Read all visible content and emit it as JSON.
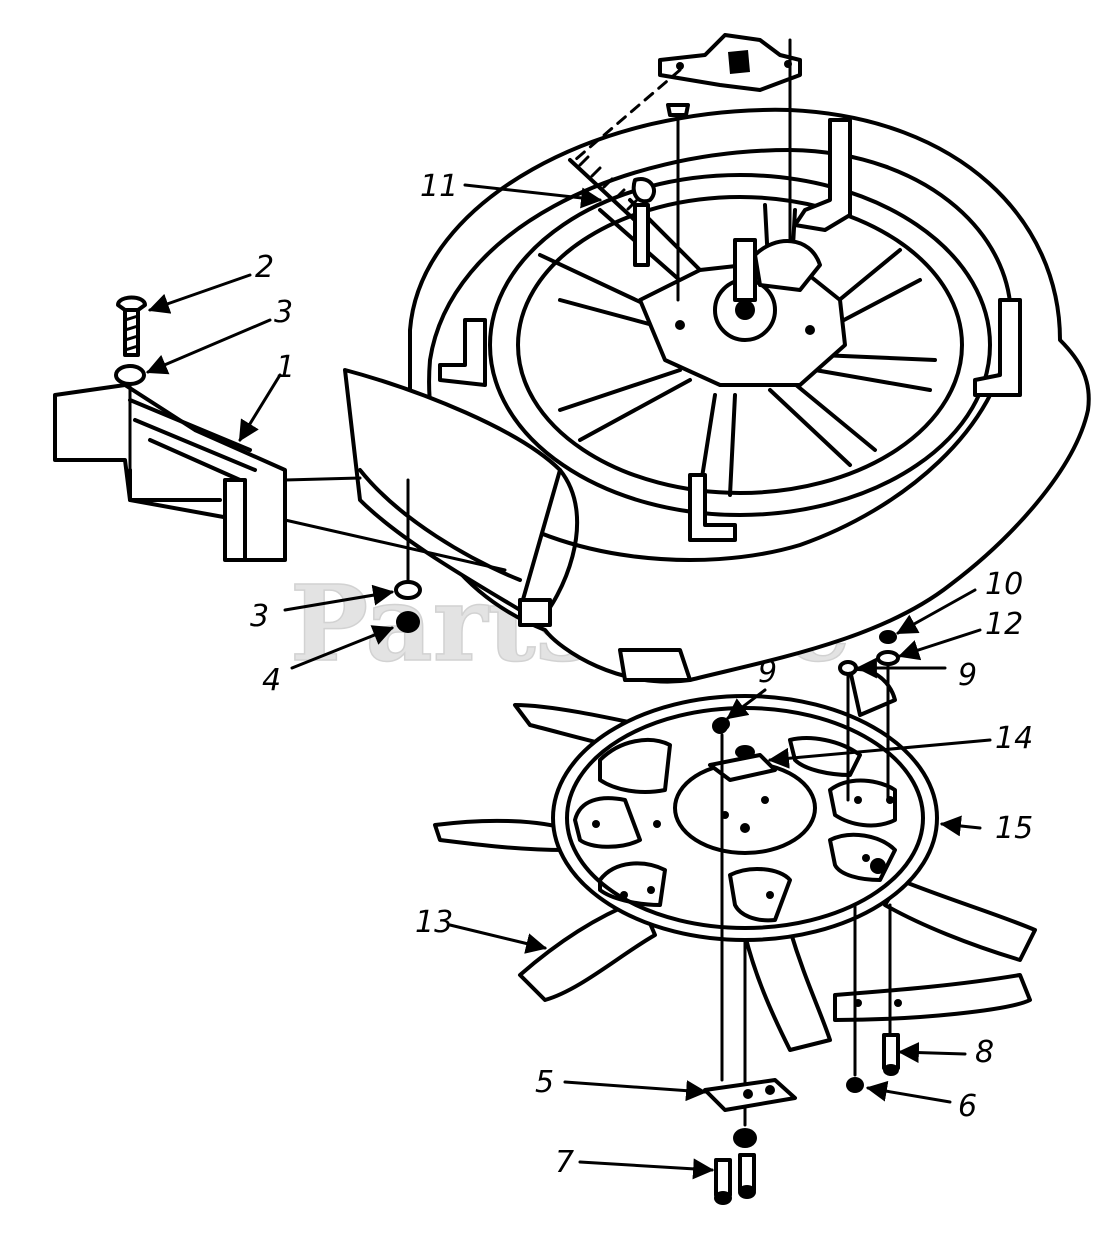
{
  "watermark": {
    "text": "PartsTree",
    "trademark": "TM"
  },
  "callouts": [
    {
      "id": "1",
      "text": "1"
    },
    {
      "id": "2",
      "text": "2"
    },
    {
      "id": "3a",
      "text": "3"
    },
    {
      "id": "3b",
      "text": "3"
    },
    {
      "id": "4",
      "text": "4"
    },
    {
      "id": "5",
      "text": "5"
    },
    {
      "id": "6",
      "text": "6"
    },
    {
      "id": "7",
      "text": "7"
    },
    {
      "id": "8",
      "text": "8"
    },
    {
      "id": "9a",
      "text": "9"
    },
    {
      "id": "9b",
      "text": "9"
    },
    {
      "id": "10",
      "text": "10"
    },
    {
      "id": "11",
      "text": "11"
    },
    {
      "id": "12",
      "text": "12"
    },
    {
      "id": "13",
      "text": "13"
    },
    {
      "id": "14",
      "text": "14"
    },
    {
      "id": "15",
      "text": "15"
    }
  ]
}
